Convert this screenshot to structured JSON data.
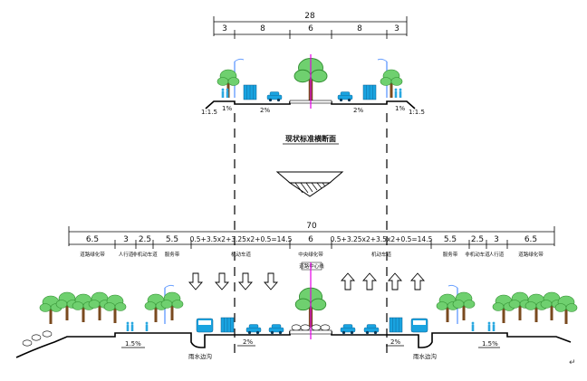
{
  "existing_section": {
    "total_width": "28",
    "segments": [
      "3",
      "8",
      "6",
      "8",
      "3"
    ],
    "slope_left": "1:1.5",
    "slope_right": "1:1.5",
    "sidewalk_grade_left": "1%",
    "road_grade_left": "2%",
    "road_grade_right": "2%",
    "sidewalk_grade_right": "1%",
    "caption": "现状标准横断面"
  },
  "planned_section": {
    "total_width": "70",
    "segments": [
      "6.5",
      "3",
      "2.5",
      "5.5",
      "0.5+3.5x2+3.25x2+0.5=14.5",
      "6",
      "0.5+3.25x2+3.5x2+0.5=14.5",
      "5.5",
      "2.5",
      "3",
      "6.5"
    ],
    "zone_labels": [
      "道路绿化带",
      "人行道",
      "非机动车道",
      "服务带",
      "机动车道",
      "中央绿化带",
      "机动车道",
      "服务带",
      "非机动车道",
      "人行道",
      "道路绿化带"
    ],
    "central_sign": "道路中心线",
    "grade_left_sidewalk": "1.5%",
    "grade_left_road": "2%",
    "grade_right_road": "2%",
    "grade_right_sidewalk": "1.5%",
    "ditch_left": "雨水边沟",
    "ditch_right": "雨水边沟"
  },
  "colors": {
    "tree_canopy": "#6fd06f",
    "tree_trunk": "#7a4a1f",
    "vehicle": "#19a3e0",
    "pedestrian": "#2aa8e0",
    "pole": "#6aa0ff",
    "centerline": "#e600e6"
  },
  "corner_mark": "↵"
}
